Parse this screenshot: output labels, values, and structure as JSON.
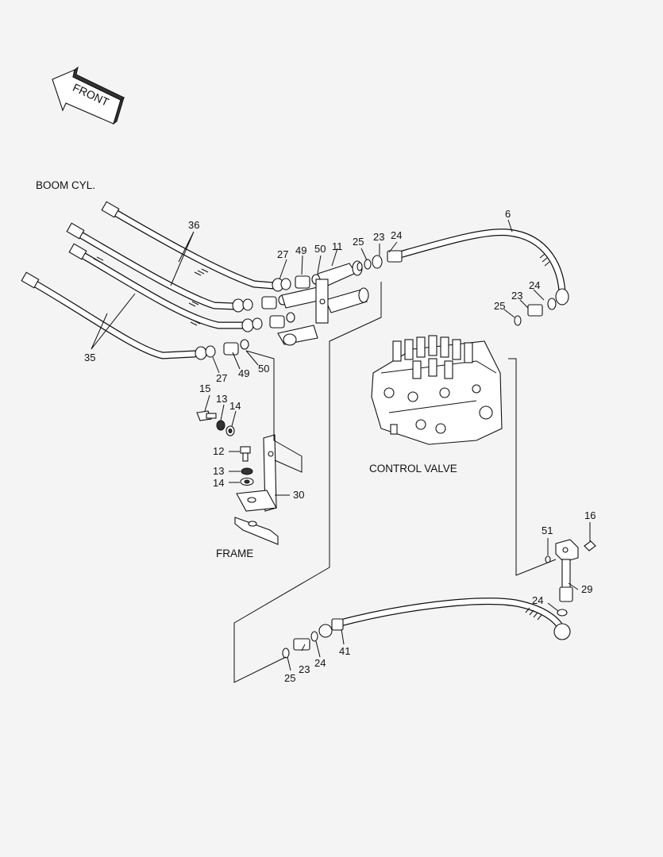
{
  "front_arrow": {
    "label": "FRONT"
  },
  "captions": {
    "boom_cyl": "BOOM CYL.",
    "control_valve": "CONTROL VALVE",
    "frame": "FRAME"
  },
  "callouts": {
    "c36": "36",
    "c35": "35",
    "c6": "6",
    "c27a": "27",
    "c49a": "49",
    "c50a": "50",
    "c11": "11",
    "c25a": "25",
    "c23a": "23",
    "c24a": "24",
    "c24b": "24",
    "c23b": "23",
    "c25b": "25",
    "c27b": "27",
    "c49b": "49",
    "c50b": "50",
    "c15": "15",
    "c13a": "13",
    "c14a": "14",
    "c12": "12",
    "c13b": "13",
    "c14b": "14",
    "c30": "30",
    "c51": "51",
    "c16": "16",
    "c29": "29",
    "c24c": "24",
    "c41": "41",
    "c23c": "23",
    "c24d": "24",
    "c25c": "25"
  }
}
